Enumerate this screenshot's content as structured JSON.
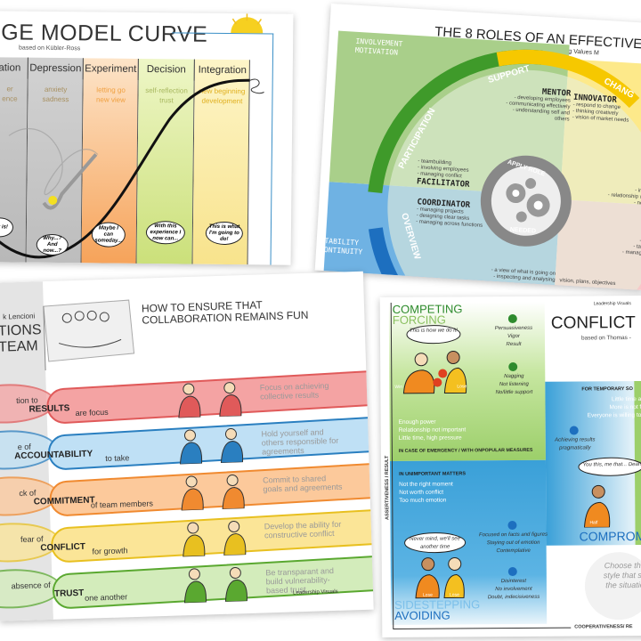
{
  "change_curve": {
    "title": "GE MODEL CURVE",
    "subtitle": "based on Kübler-Ross",
    "columns": [
      {
        "label": "ation",
        "sub": [
          "er",
          "ence"
        ],
        "bubble": "not is!"
      },
      {
        "label": "Depression",
        "sub": [
          "anxiety",
          "sadness"
        ],
        "bubble": "Why...? And now...?"
      },
      {
        "label": "Experiment",
        "sub": [
          "letting go",
          "new view"
        ],
        "bubble": "Maybe I can someday..."
      },
      {
        "label": "Decision",
        "sub": [
          "self-reflection",
          "trust"
        ],
        "bubble": "With this experience I now can..."
      },
      {
        "label": "Integration",
        "sub": [
          "new beginning",
          "development"
        ],
        "bubble": "This is what I'm going to do!"
      }
    ]
  },
  "roles": {
    "title": "THE 8 ROLES OF AN EFFECTIVE",
    "subtitle": "based on Robert Quinn's Competing Values M",
    "corner_label": [
      "INVOLVEMENT",
      "MOTIVATION"
    ],
    "arc_labels": {
      "support": "SUPPORT",
      "participation": "PARTICIPATION",
      "change": "CHANG",
      "overview": "OVERVIEW"
    },
    "bottom_left_label": [
      "STABILITY",
      "CONTINUITY"
    ],
    "center": {
      "top": "APPLY ROLE",
      "bottom": "NEEDED"
    },
    "mentor": {
      "name": "MENTOR",
      "items": [
        "- developing employees",
        "- communicating effectively",
        "- understanding self and others"
      ]
    },
    "innovator": {
      "name": "INNOVATOR",
      "items": [
        "- respond to change",
        "- thinking creatively",
        "- vision of market needs"
      ]
    },
    "facilitator": {
      "name": "FACILITATOR",
      "items": [
        "- teambuilding",
        "- involving employees",
        "- managing conflict"
      ]
    },
    "coordinator": {
      "name": "COORDINATOR",
      "items": [
        "- managing projects",
        "- designing clear tasks",
        "- managing across functions"
      ]
    },
    "coordinator_bottom": [
      "- a view of what is going on",
      "- inspecting and analysing"
    ],
    "innovator_bottom": [
      "- imag",
      "- relationship with",
      "- nego"
    ],
    "producer": {
      "name": "P",
      "items": [
        "- w",
        "- task",
        "- managin"
      ]
    },
    "producer_bottom": "vision, plans, objectives",
    "colors": {
      "green": "#a9cf8a",
      "yellow": "#fde98a",
      "blue": "#6fb2e3",
      "pink": "#f7c9c9",
      "arc_green": "#3f9a2a",
      "arc_blue": "#1d6fbf"
    }
  },
  "dysfunctions": {
    "title_fragments": [
      "k Lencioni",
      "TIONS",
      "TEAM"
    ],
    "headline": [
      "HOW TO ENSURE THAT",
      "COLLABORATION REMAINS FUN"
    ],
    "rows": [
      {
        "prefix": "tion to",
        "key": "RESULTS",
        "suffix": "are focus",
        "desc": "Focus on achieving collective results",
        "color": "#f4a3a3",
        "border": "#e05a5a"
      },
      {
        "prefix": "e of",
        "key": "ACCOUNTABILITY",
        "suffix": "to take",
        "desc": "Hold yourself and others responsible for agreements",
        "color": "#bfe0f5",
        "border": "#2a7fc0"
      },
      {
        "prefix": "ck of",
        "key": "COMMITMENT",
        "suffix": "of team members",
        "desc": "Commit to shared goals and agreements",
        "color": "#fcc99b",
        "border": "#f08a30"
      },
      {
        "prefix": "fear of",
        "key": "CONFLICT",
        "suffix": "for growth",
        "desc": "Develop the ability for constructive conflict",
        "color": "#fbe597",
        "border": "#e8c020"
      },
      {
        "prefix": "absence of",
        "key": "TRUST",
        "suffix": "one another",
        "desc": "Be transparant and build vulnerability-based trust",
        "color": "#d3ecbb",
        "border": "#5aa830"
      }
    ],
    "footer": "Leadership Visuals"
  },
  "conflict": {
    "title": "CONFLICT",
    "subtitle": "based on Thomas -",
    "footer_top": "Leadership Visuals",
    "competing": {
      "title": "COMPETING",
      "alt": "FORCING",
      "bubble": "This is how we do it!",
      "plus": [
        "Persuasiveness",
        "Vigor",
        "Result"
      ],
      "minus": [
        "Nagging",
        "Not listening",
        "No/little support"
      ],
      "conditions": [
        "Enough power",
        "Relationship not important",
        "Little time, high pressure"
      ],
      "case": "IN CASE OF EMERGENCY / WITH ONPOPULAR MEASURES",
      "labels": [
        "Win",
        "Lose"
      ]
    },
    "avoiding": {
      "title": "AVOIDING",
      "alt": "SIDESTEPPING",
      "case": "IN UNIMPORTANT MATTERS",
      "conditions": [
        "Not the right moment",
        "Not worth conflict",
        "Too much emotion"
      ],
      "bubble": "Never mind, we'll see another time",
      "plus": [
        "Focused on facts and figures",
        "Staying out of emotion",
        "Contemplative"
      ],
      "minus": [
        "Disinterest",
        "No involvement",
        "Doubt, indecisiveness"
      ],
      "labels": [
        "Lose",
        "Lose"
      ]
    },
    "compromise": {
      "title": "COMPROM",
      "case": "FOR TEMPORARY SO",
      "conditions": [
        "Little time and",
        "More is not fea",
        "Everyone is willing to m"
      ],
      "plus": [
        "Achieving results",
        "pragmatically"
      ],
      "bubble": "You this, me that... Deal?",
      "label": "Half"
    },
    "y_axis": "ASSERTIVENESS / RESULT",
    "x_axis": "COOPERATIVENESS/ RE",
    "note": [
      "Choose the",
      "style that su",
      "the situatio"
    ]
  }
}
